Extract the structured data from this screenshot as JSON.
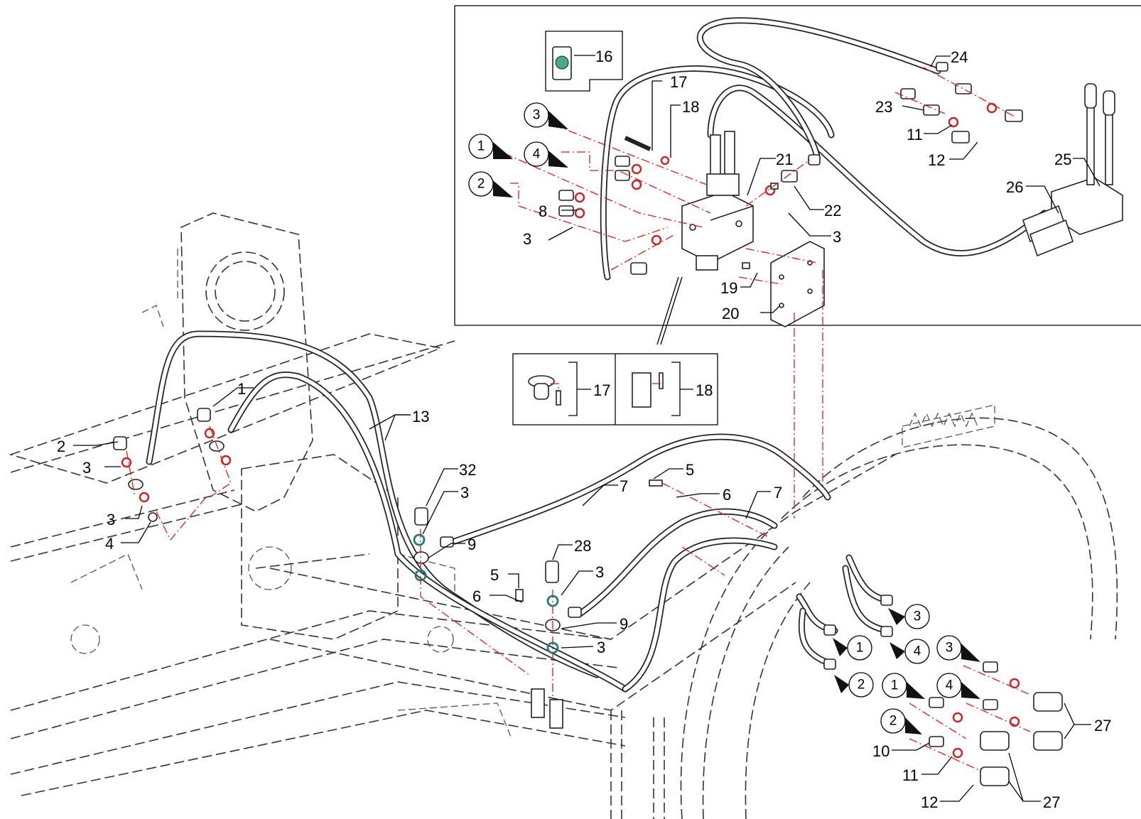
{
  "diagram": {
    "inset_detail": {
      "labels": [
        "16",
        "17",
        "18",
        "21",
        "22",
        "3",
        "8",
        "3",
        "19",
        "20",
        "24",
        "23",
        "11",
        "12",
        "25",
        "26"
      ],
      "circled_refs": [
        "3",
        "1",
        "4",
        "2"
      ]
    },
    "hardware_box": {
      "labels": [
        "17",
        "18"
      ]
    },
    "main_view": {
      "labels": [
        "1",
        "2",
        "3",
        "3",
        "4",
        "13",
        "32",
        "3",
        "9",
        "7",
        "5",
        "6",
        "7",
        "28",
        "3",
        "5",
        "6",
        "9",
        "3",
        "27",
        "27",
        "10",
        "11",
        "12"
      ],
      "circled_refs_lower": [
        "3",
        "1",
        "4",
        "2",
        "3",
        "4",
        "1",
        "2"
      ]
    }
  }
}
